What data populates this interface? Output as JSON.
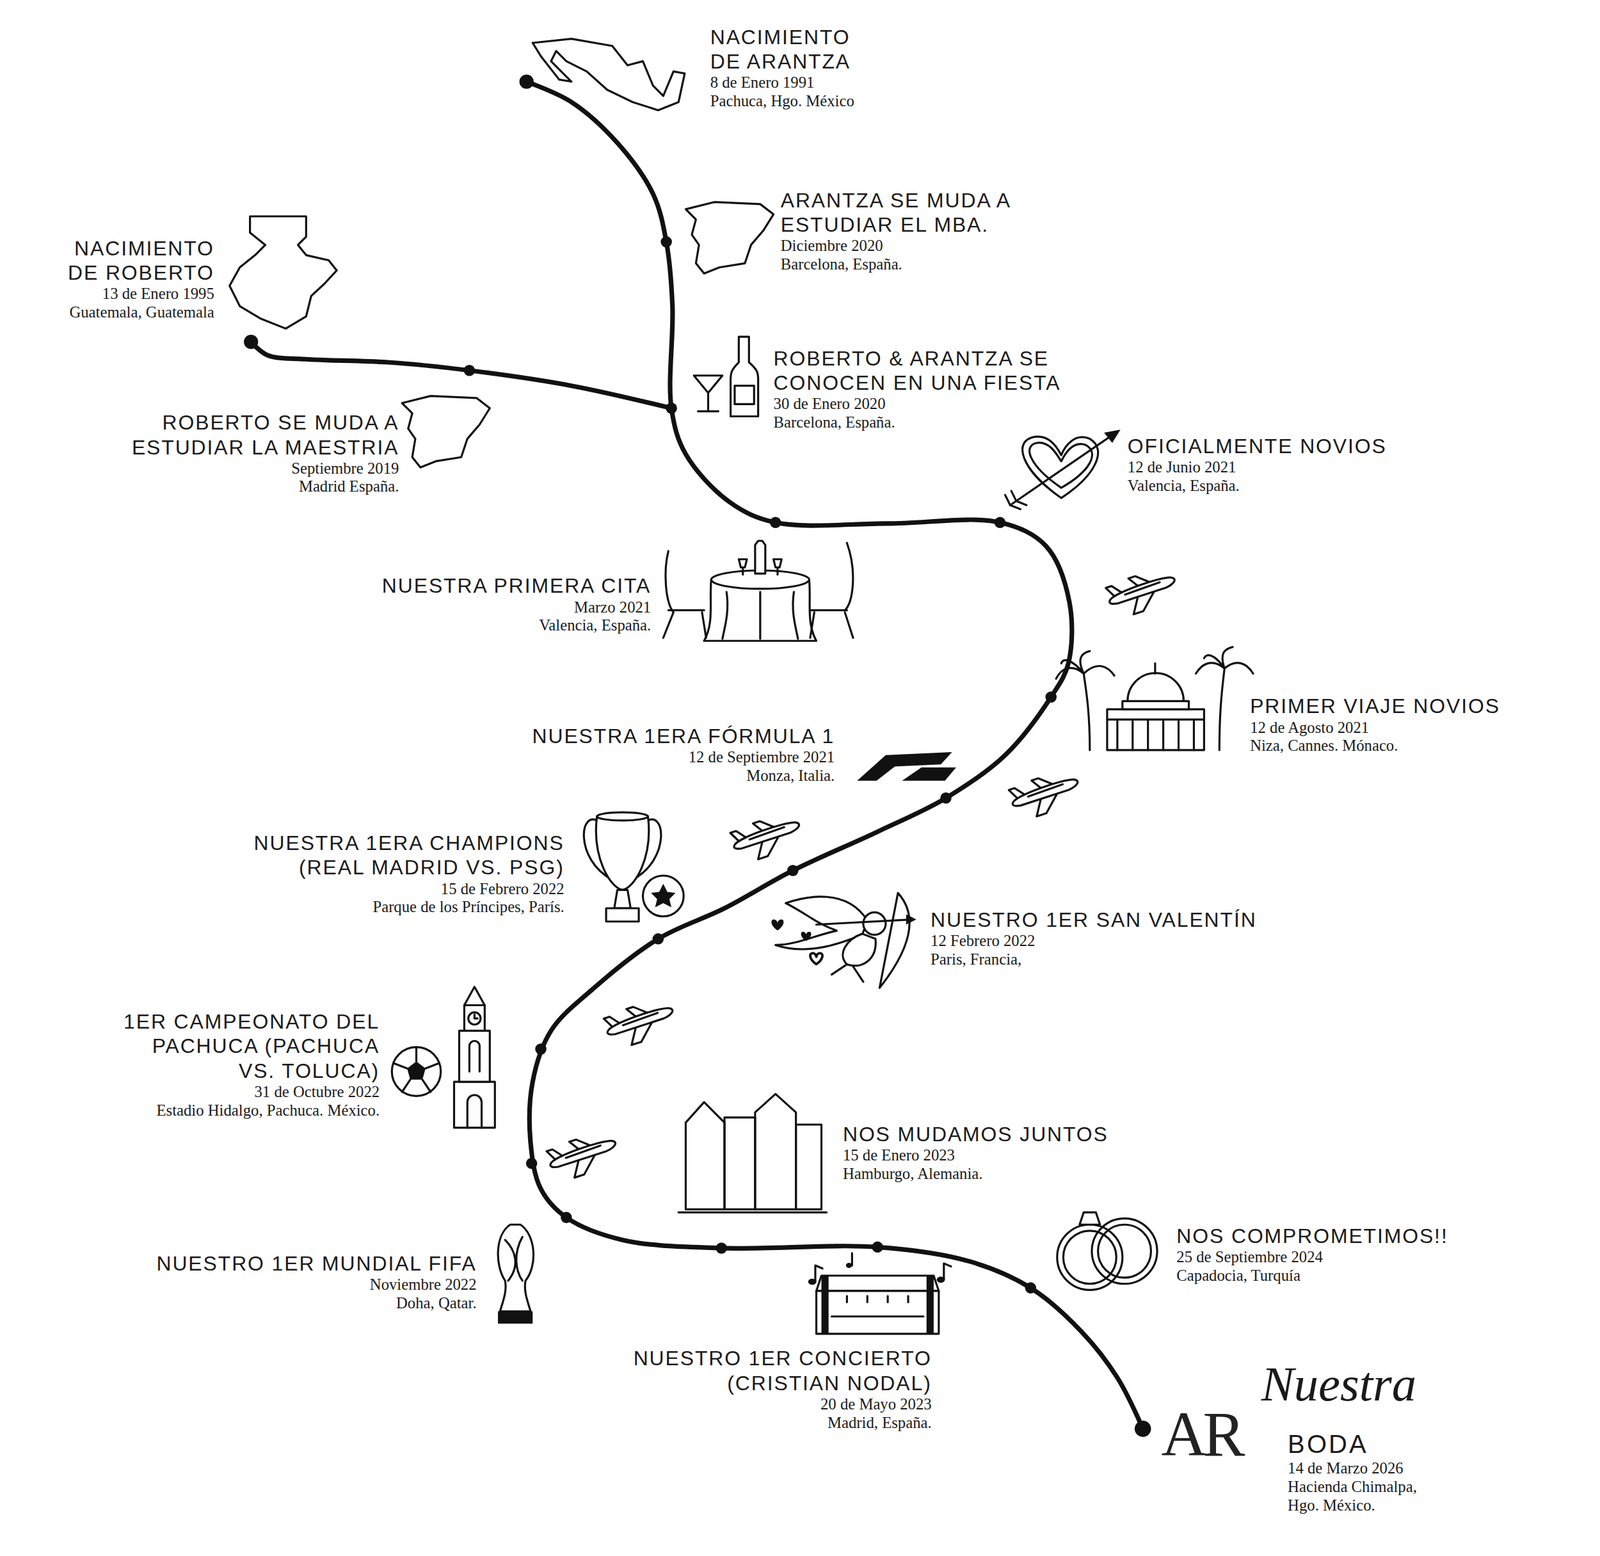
{
  "diagram": {
    "labels": [
      "NACIMIENTO DE ARANTZA",
      "8 de Enero 1991",
      "Pachuca, Hgo. México",
      "ARANTZA SE MUDA A ESTUDIAR EL MBA.",
      "Diciembre 2020",
      "Barcelona, España.",
      "NACIMIENTO DE ROBERTO",
      "13 de Enero 1995",
      "Guatemala, Guatemala",
      "ROBERTO & ARANTZA SE CONOCEN EN UNA FIESTA",
      "30 de Enero 2020",
      "Barcelona, España.",
      "ROBERTO SE MUDA A ESTUDIAR LA MAESTRIA",
      "Septiembre 2019",
      "Madrid España.",
      "OFICIALMENTE NOVIOS",
      "12 de Junio 2021",
      "Valencia, España.",
      "NUESTRA PRIMERA CITA",
      "Marzo 2021",
      "Valencia, España.",
      "PRIMER VIAJE NOVIOS",
      "12 de Agosto 2021",
      "Niza, Cannes. Mónaco.",
      "NUESTRA 1ERA FÓRMULA 1",
      "12 de Septiembre 2021",
      "Monza, Italia.",
      "NUESTRA 1ERA CHAMPIONS (REAL MADRID VS. PSG)",
      "15 de Febrero 2022",
      "Parque de los Príncipes, París.",
      "NUESTRO 1ER SAN VALENTÍN",
      "12 Febrero 2022",
      "Paris, Francia,",
      "1ER CAMPEONATO DEL PACHUCA (PACHUCA VS. TOLUCA)",
      "31 de Octubre 2022",
      "Estadio Hidalgo, Pachuca. México.",
      "NOS MUDAMOS JUNTOS",
      "15 de Enero 2023",
      "Hamburgo, Alemania.",
      "NOS COMPROMETIMOS!!",
      "25 de Septiembre 2024",
      "Capadocia, Turquía",
      "NUESTRO 1ER MUNDIAL FIFA",
      "Noviembre 2022",
      "Doha, Qatar.",
      "NUESTRO 1ER CONCIERTO (CRISTIAN NODAL)",
      "20 de Mayo 2023",
      "Madrid, España.",
      "AR",
      "Nuestra",
      "BODA",
      "14 de Marzo 2026",
      "Hacienda Chimalpa,",
      "Hgo. México."
    ]
  }
}
